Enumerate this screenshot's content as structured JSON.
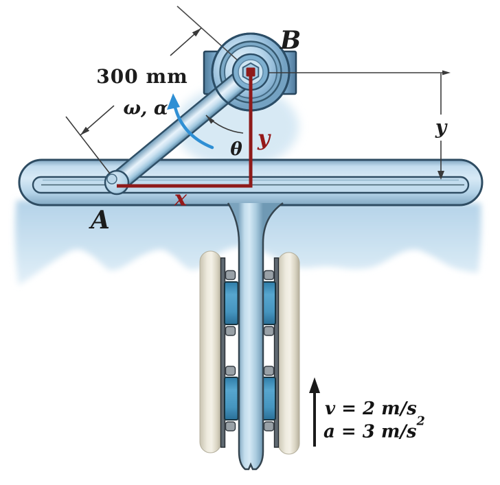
{
  "figure": {
    "type": "mechanics-diagram",
    "description": "Slotted T-bracket driven vertically, pin A sliding in horizontal slot, link rotating about pivot B",
    "labels": {
      "dimension_300": "300 mm",
      "omega_alpha": "ω, α",
      "theta": "θ",
      "point_B": "B",
      "point_A": "A",
      "axis_x": "x",
      "axis_y": "y",
      "dim_y": "y",
      "velocity": "v = 2 m/s",
      "acceleration_base": "a = 3 m/s",
      "acceleration_sup": "2"
    },
    "values": {
      "link_length_mm": 300,
      "velocity_m_per_s": 2,
      "acceleration_m_per_s2": 3
    },
    "colors": {
      "accent_red": "#8e1a1a",
      "rotation_arrow_blue": "#2f8fd4",
      "metal_blue_light": "#c7dfef",
      "metal_blue_mid": "#7fa9c6",
      "outline_dark": "#2e4c62",
      "guide_rail_beige": "#dedac9",
      "clamp_blue": "#4695bf",
      "annotation_gray": "#3a3a3a"
    }
  }
}
